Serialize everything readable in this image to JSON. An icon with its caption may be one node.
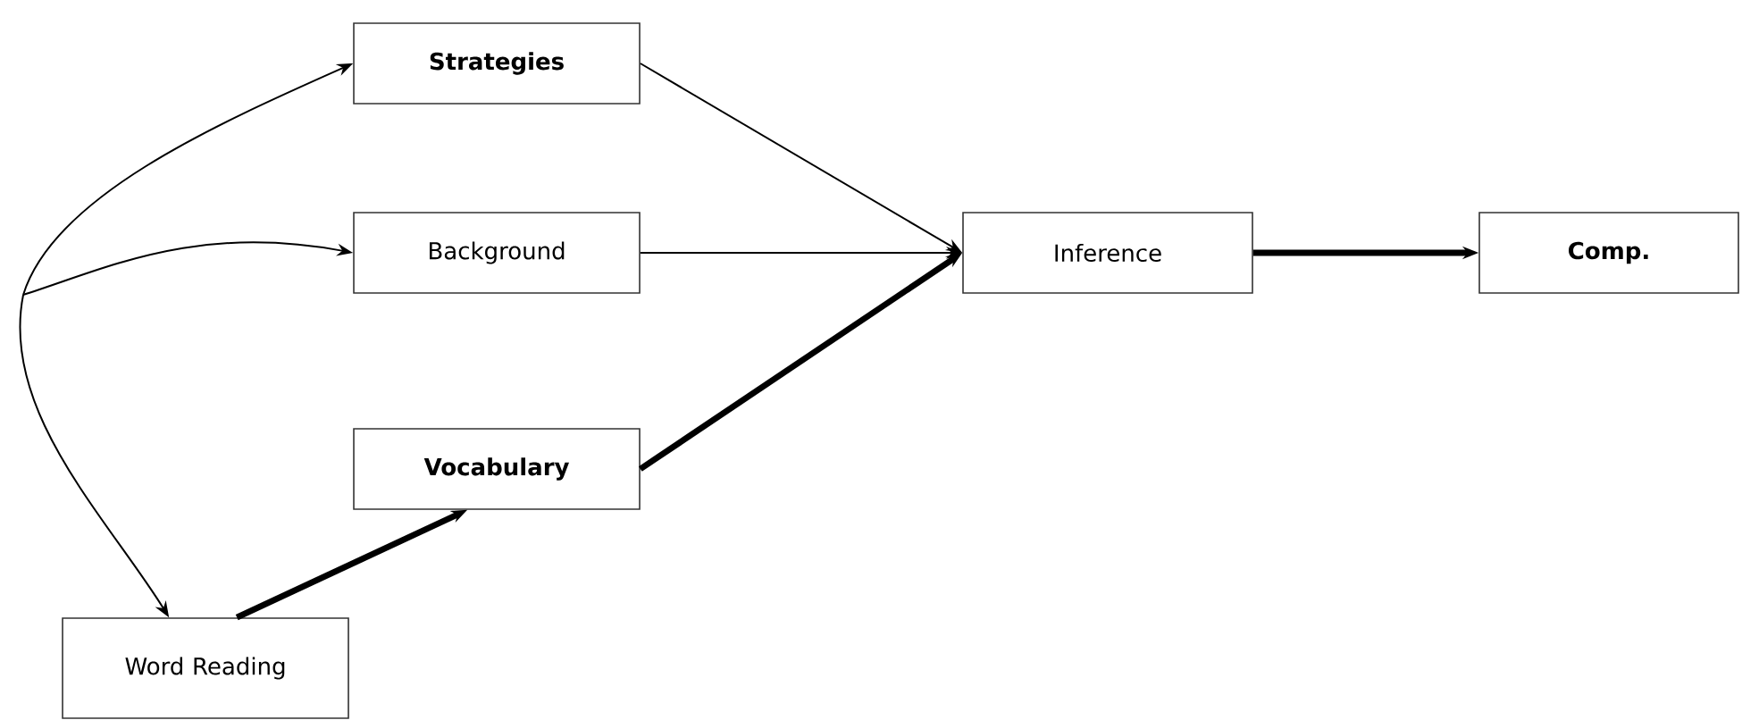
{
  "diagram": {
    "nodes": [
      {
        "text": [
          "Strategies"
        ]
      },
      {
        "text": [
          "Background"
        ]
      },
      {
        "text": [
          "Vocabulary"
        ]
      },
      {
        "text": [
          "Inference"
        ]
      },
      {
        "text": [
          "Word Reading"
        ]
      },
      {
        "text": [
          "Comp."
        ]
      }
    ],
    "edges": [
      {
        "from": null,
        "to": 0,
        "arrow": "to"
      },
      {
        "from": null,
        "to": 1,
        "arrow": "to"
      },
      {
        "from": null,
        "to": 4,
        "arrow": "to"
      },
      {
        "from": 4,
        "to": 2,
        "arrow": "to",
        "style": "thick"
      },
      {
        "from": 0,
        "to": 3,
        "arrow": "to"
      },
      {
        "from": 1,
        "to": 3,
        "arrow": "to"
      },
      {
        "from": 2,
        "to": 3,
        "arrow": "to",
        "style": "thick"
      },
      {
        "from": 3,
        "to": 5,
        "arrow": "to",
        "style": "thick"
      }
    ]
  }
}
